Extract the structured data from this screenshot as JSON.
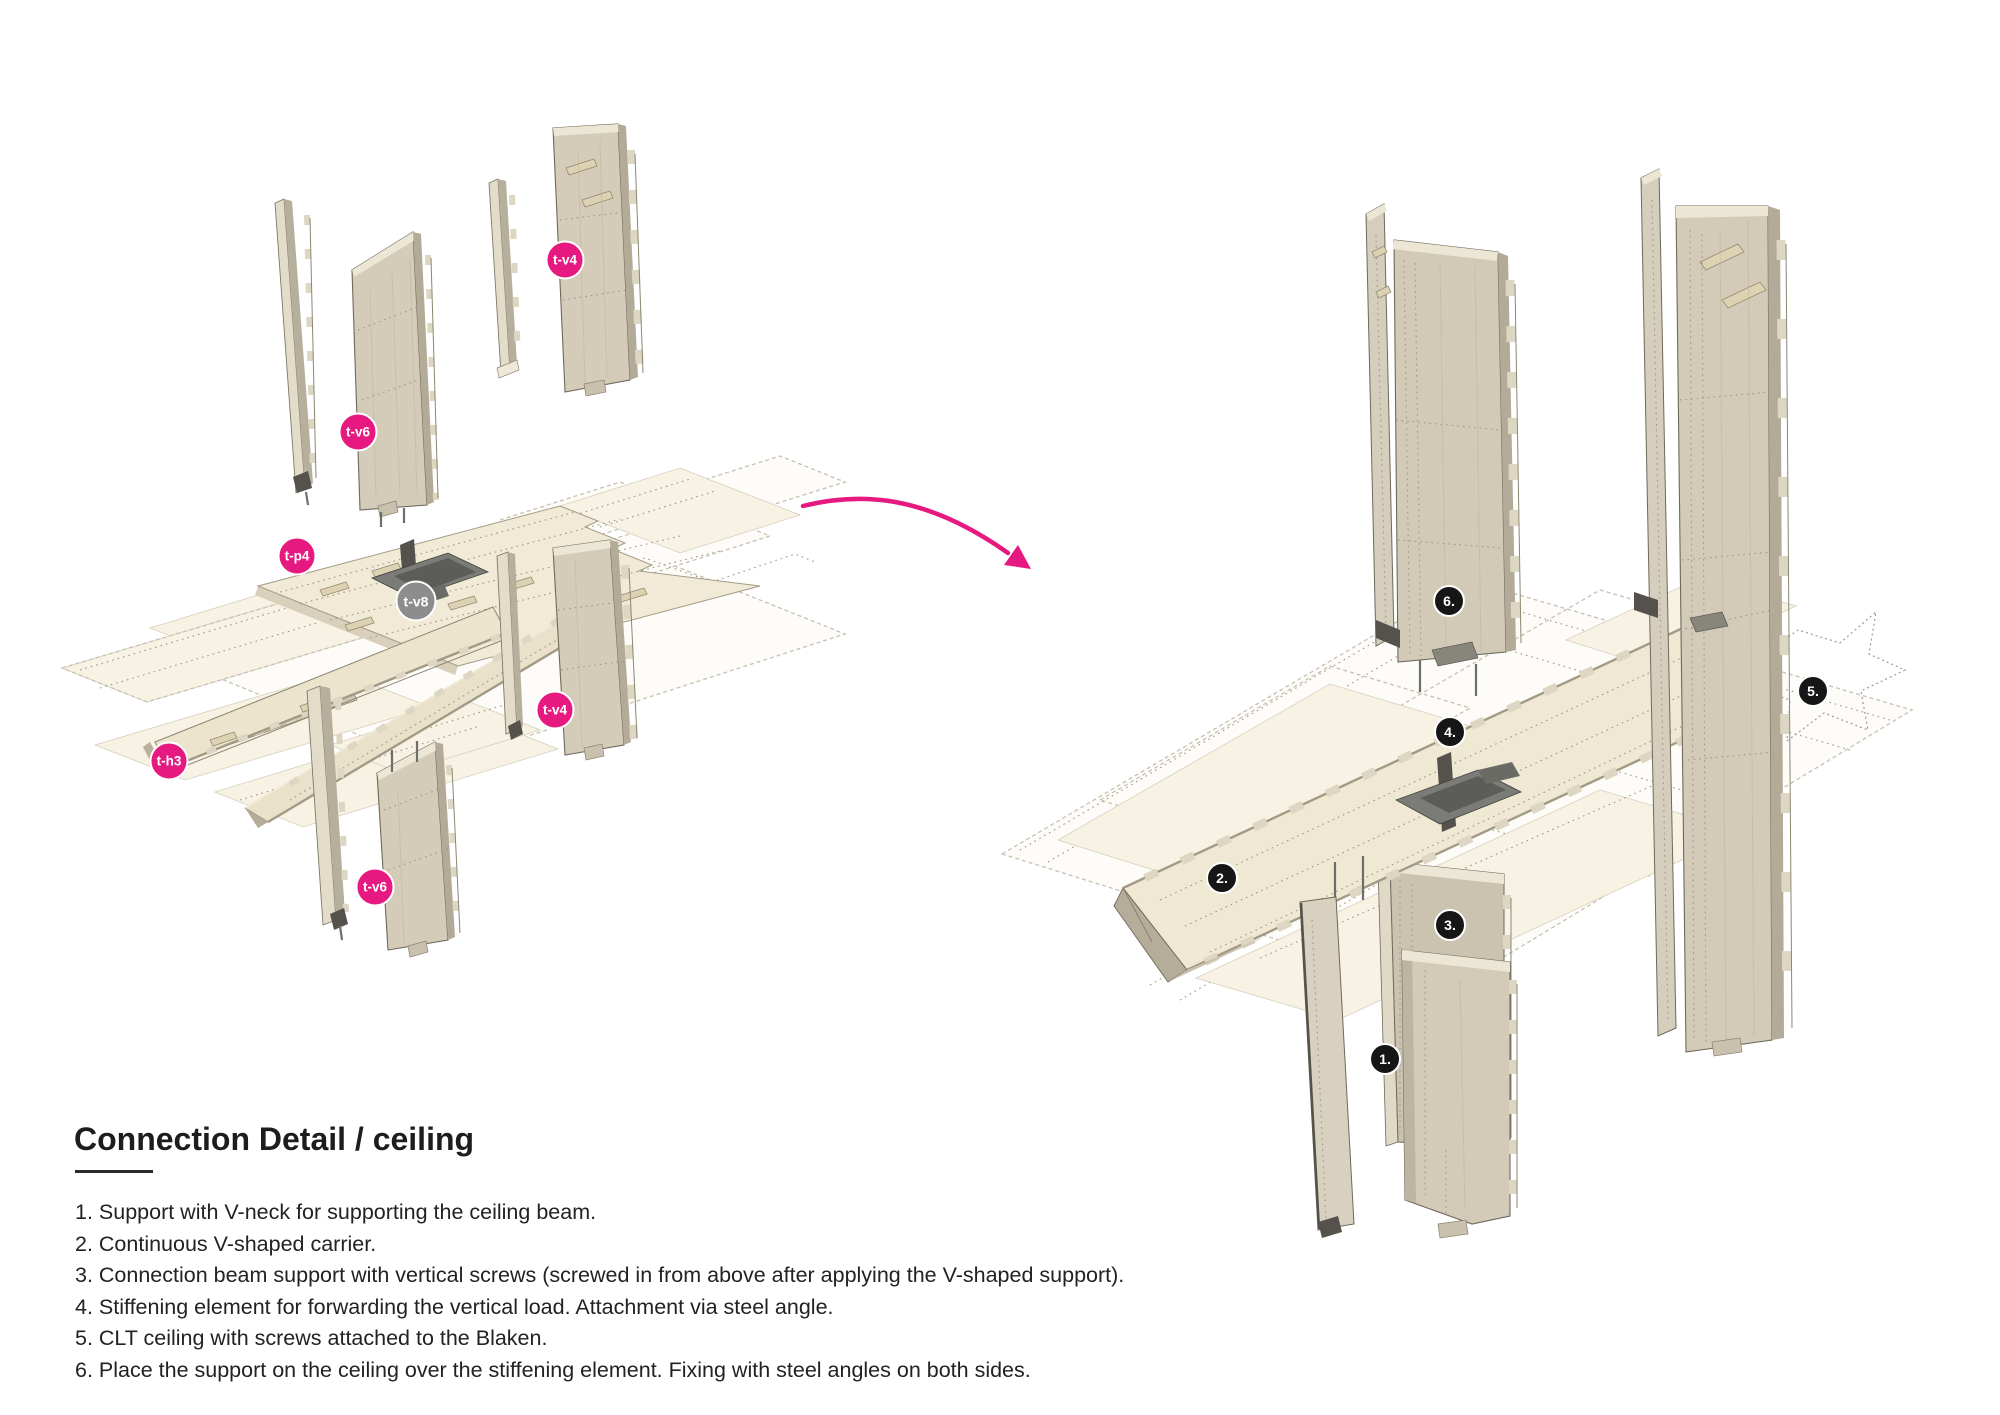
{
  "title": "Connection Detail / ceiling",
  "legend": {
    "items": [
      "1. Support with V-neck for supporting the ceiling beam.",
      "2. Continuous V-shaped carrier.",
      "3. Connection beam support with vertical screws (screwed in from above after applying the V-shaped support).",
      "4. Stiffening element for forwarding the vertical load. Attachment via steel angle.",
      "5. CLT ceiling with screws attached to the Blaken.",
      "6. Place the support on the ceiling over the stiffening element. Fixing with steel angles on both sides."
    ]
  },
  "left_diagram": {
    "part_labels": [
      {
        "id": "t-v4-top",
        "text": "t-v4",
        "style": "pink"
      },
      {
        "id": "t-v6-upper",
        "text": "t-v6",
        "style": "pink"
      },
      {
        "id": "t-p4",
        "text": "t-p4",
        "style": "pink"
      },
      {
        "id": "t-v8",
        "text": "t-v8",
        "style": "gray"
      },
      {
        "id": "t-v4-right",
        "text": "t-v4",
        "style": "pink"
      },
      {
        "id": "t-h3",
        "text": "t-h3",
        "style": "pink"
      },
      {
        "id": "t-v6-lower",
        "text": "t-v6",
        "style": "pink"
      }
    ]
  },
  "right_diagram": {
    "step_labels": [
      {
        "text": "1."
      },
      {
        "text": "2."
      },
      {
        "text": "3."
      },
      {
        "text": "4."
      },
      {
        "text": "5."
      },
      {
        "text": "6."
      }
    ]
  },
  "icons": {
    "flow_arrow": "curved-arrow-right"
  },
  "colors": {
    "accent_pink": "#e5197f",
    "label_gray": "#8d8d8d",
    "label_black": "#161616",
    "wood_face": "#d4ccb9",
    "wood_edge": "#b3ab98",
    "deck": "#f1ead6",
    "steel": "#7b7b77"
  }
}
